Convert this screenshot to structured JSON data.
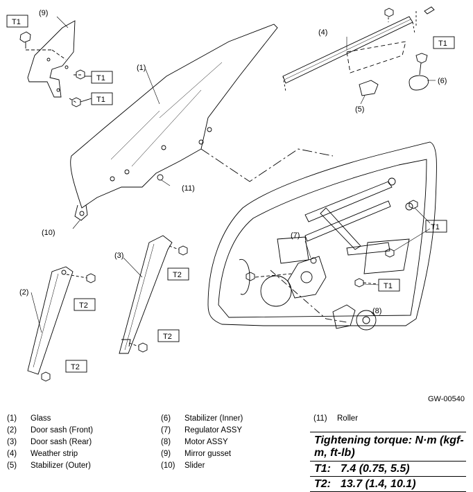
{
  "callouts": {
    "c1": "(1)",
    "c2": "(2)",
    "c3": "(3)",
    "c4": "(4)",
    "c5": "(5)",
    "c6": "(6)",
    "c7": "(7)",
    "c8": "(8)",
    "c9": "(9)",
    "c10": "(10)",
    "c11": "(11)"
  },
  "torque_tags": {
    "t1": "T1",
    "t2": "T2"
  },
  "figure_id": "GW-00540",
  "legend": [
    {
      "num": "(1)",
      "name": "Glass"
    },
    {
      "num": "(2)",
      "name": "Door sash (Front)"
    },
    {
      "num": "(3)",
      "name": "Door sash (Rear)"
    },
    {
      "num": "(4)",
      "name": "Weather strip"
    },
    {
      "num": "(5)",
      "name": "Stabilizer (Outer)"
    },
    {
      "num": "(6)",
      "name": "Stabilizer (Inner)"
    },
    {
      "num": "(7)",
      "name": "Regulator ASSY"
    },
    {
      "num": "(8)",
      "name": "Motor ASSY"
    },
    {
      "num": "(9)",
      "name": "Mirror gusset"
    },
    {
      "num": "(10)",
      "name": "Slider"
    },
    {
      "num": "(11)",
      "name": "Roller"
    }
  ],
  "torque": {
    "header": "Tightening torque: N·m (kgf-m, ft-lb)",
    "rows": [
      {
        "key": "T1:",
        "value": "7.4 (0.75, 5.5)"
      },
      {
        "key": "T2:",
        "value": "13.7 (1.4, 10.1)"
      }
    ]
  }
}
